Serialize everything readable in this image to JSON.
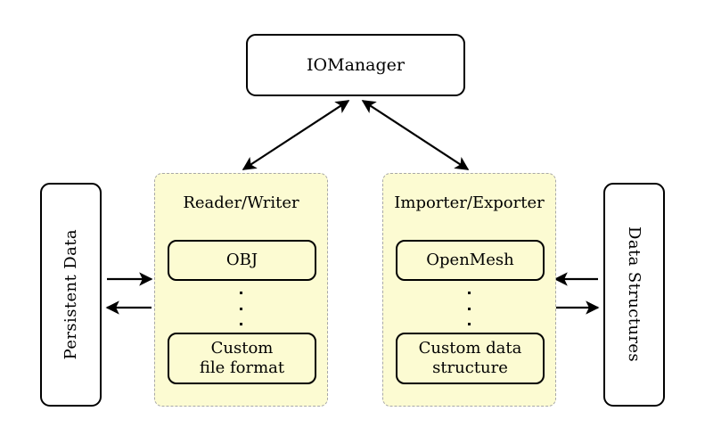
{
  "diagram": {
    "title_node": {
      "label": "IOManager"
    },
    "left_endpoint": {
      "label": "Persistent Data"
    },
    "right_endpoint": {
      "label": "Data Structures"
    },
    "panels": [
      {
        "title": "Reader/Writer",
        "top_item": "OBJ",
        "ellipsis": "⋮",
        "bottom_item_line1": "Custom",
        "bottom_item_line2": "file format"
      },
      {
        "title": "Importer/Exporter",
        "top_item": "OpenMesh",
        "ellipsis": "⋮",
        "bottom_item_line1": "Custom data",
        "bottom_item_line2": "structure"
      }
    ],
    "connections": [
      {
        "name": "manager-to-reader-writer",
        "style": "double-headed-diagonal"
      },
      {
        "name": "manager-to-importer-exporter",
        "style": "double-headed-diagonal"
      },
      {
        "name": "persistent-data-to-reader-writer",
        "style": "single-arrow-right"
      },
      {
        "name": "reader-writer-to-persistent-data",
        "style": "single-arrow-left"
      },
      {
        "name": "data-structures-to-importer-exporter",
        "style": "single-arrow-left"
      },
      {
        "name": "importer-exporter-to-data-structures",
        "style": "single-arrow-right"
      }
    ],
    "colors": {
      "panel_fill": "#fcfbd2",
      "panel_border": "#a8a8a8",
      "stroke": "#000000",
      "background": "#ffffff"
    }
  }
}
